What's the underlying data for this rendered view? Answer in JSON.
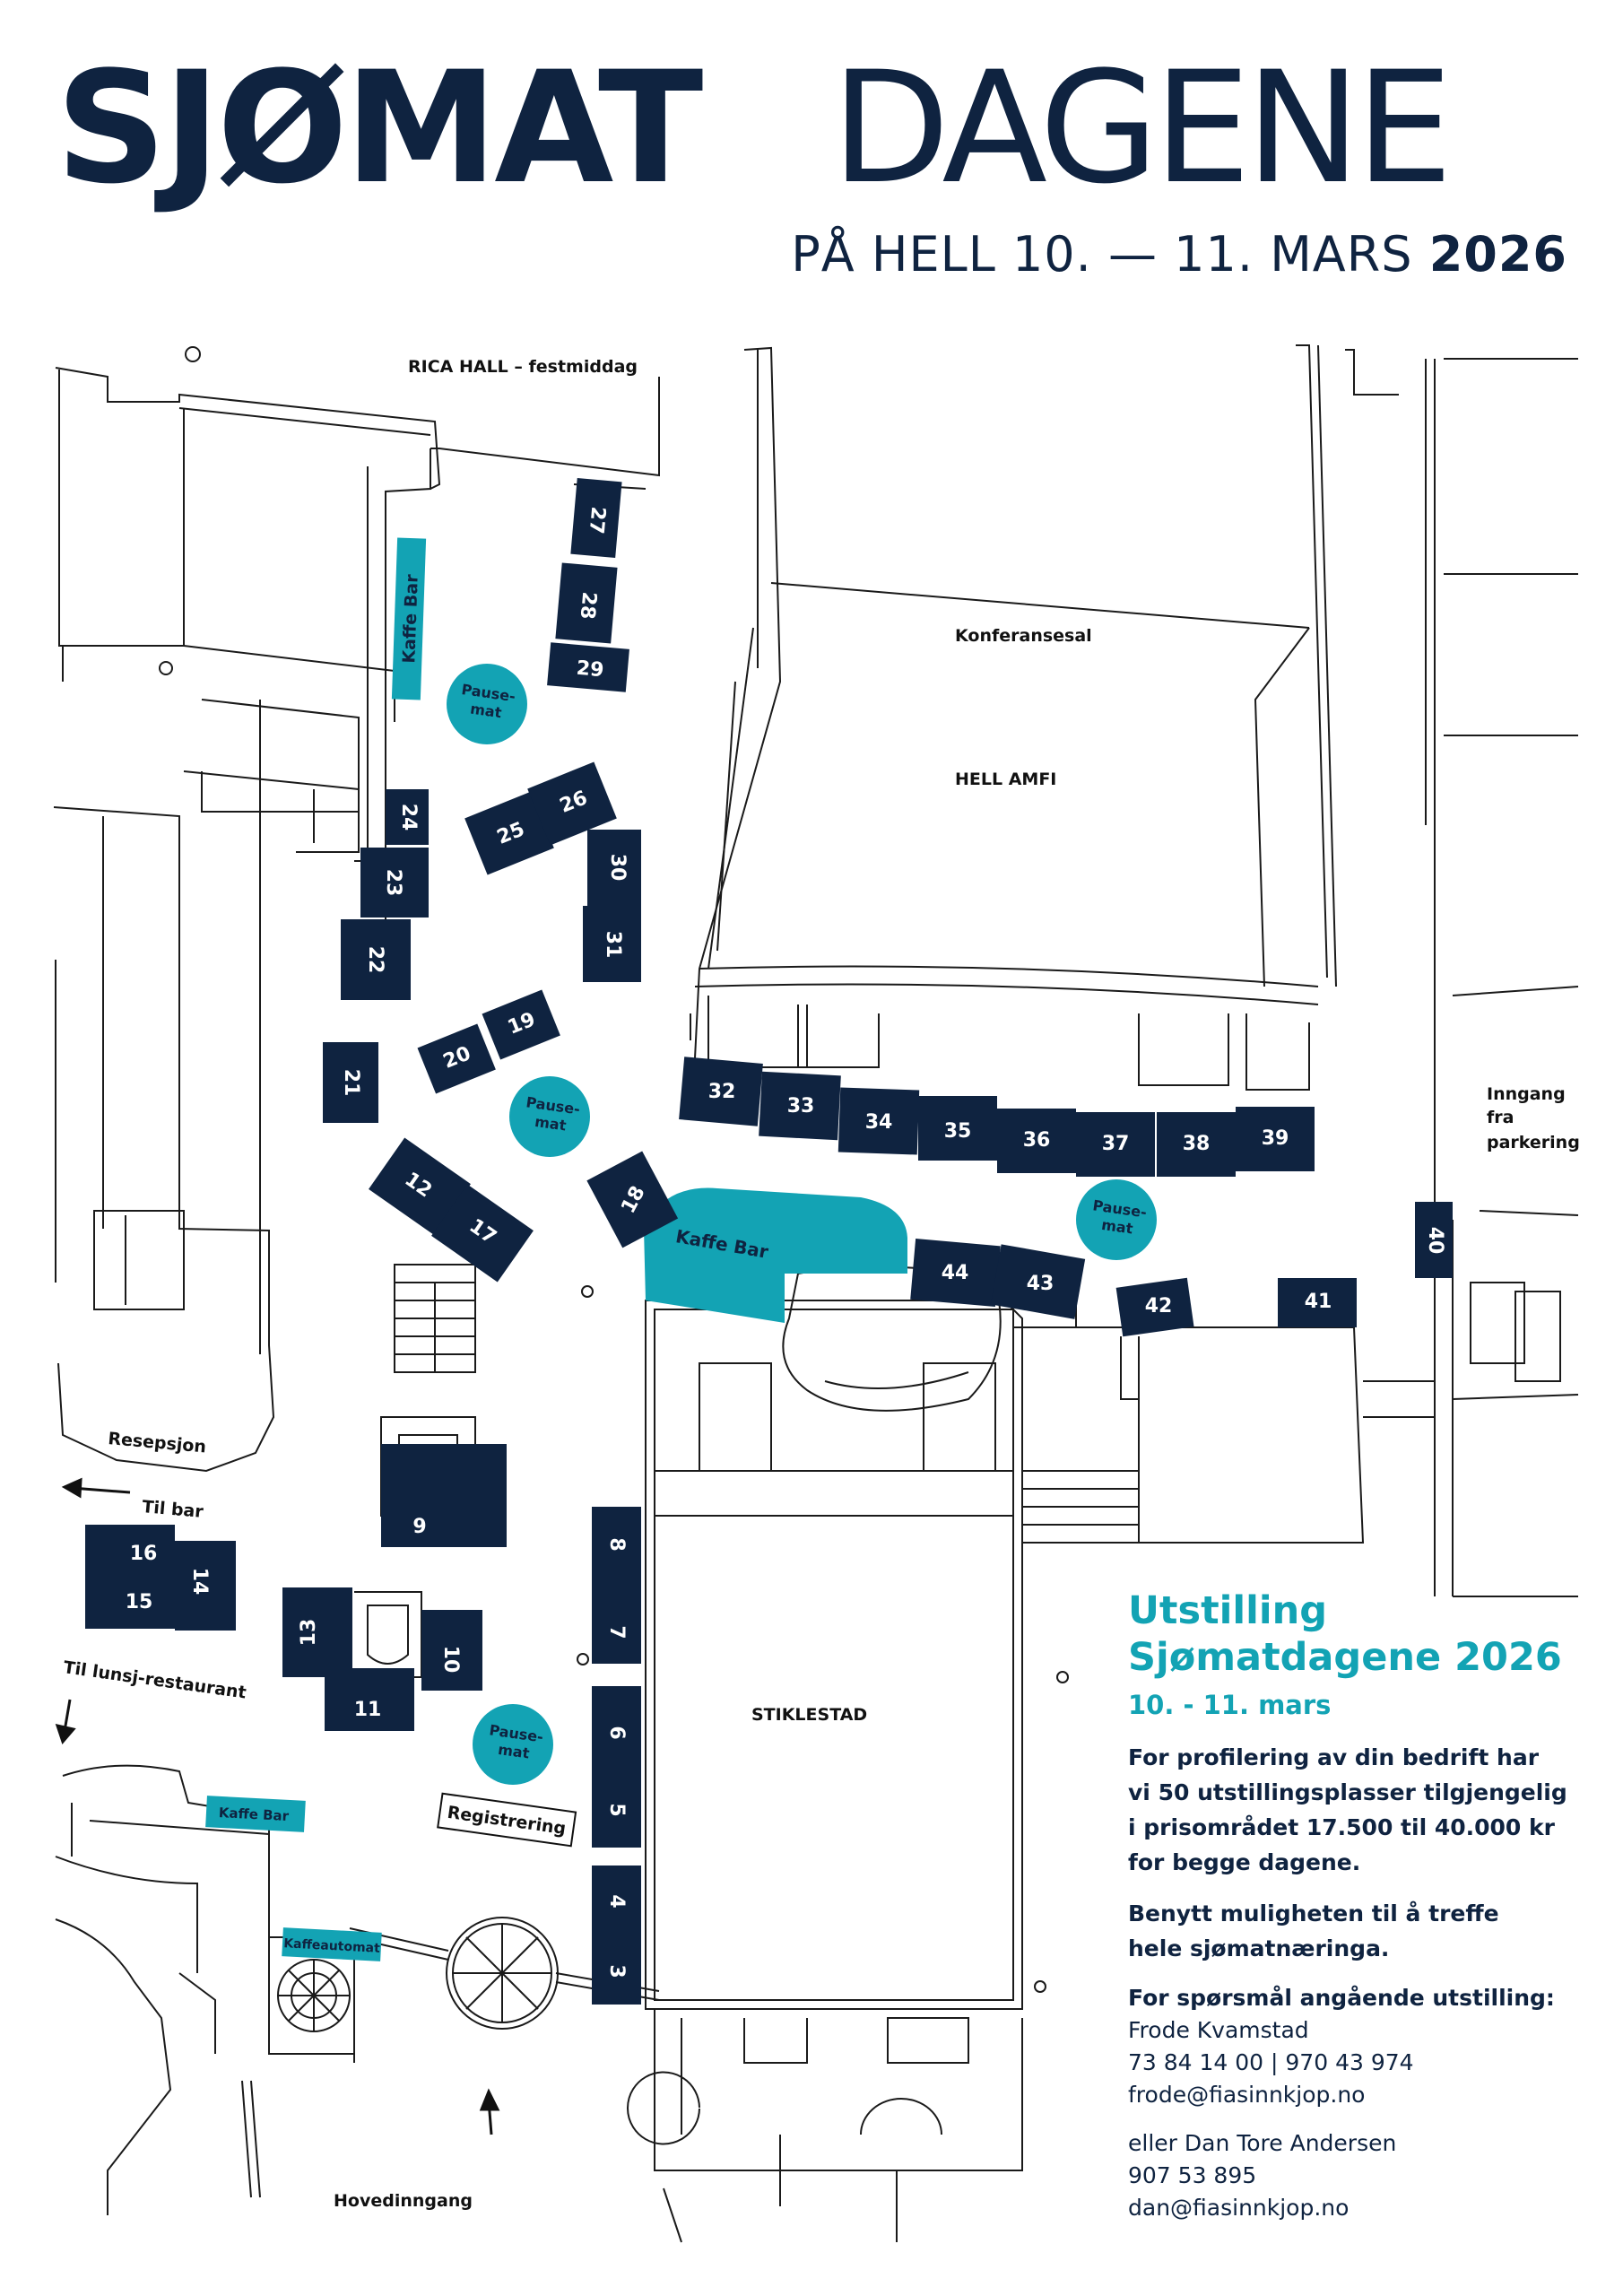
{
  "header": {
    "title_bold": "SJØMAT",
    "title_light": "DAGENE",
    "subtitle": "PÅ HELL 10. — 11. MARS",
    "subtitle_year": "2026"
  },
  "colors": {
    "navy": "#0f2340",
    "teal": "#13a3b4",
    "line": "#1a1a1a"
  },
  "map": {
    "rooms": [
      {
        "id": "rica",
        "label": "RICA HALL – festmiddag"
      },
      {
        "id": "konf",
        "label": "Konferansesal"
      },
      {
        "id": "amfi",
        "label": "HELL AMFI"
      },
      {
        "id": "stik",
        "label": "STIKLESTAD"
      },
      {
        "id": "resepsjon",
        "label": "Resepsjon"
      },
      {
        "id": "tilbar",
        "label": "Til bar"
      },
      {
        "id": "tillunsj",
        "label": "Til lunsj-restaurant"
      },
      {
        "id": "hoved",
        "label": "Hovedinngang"
      },
      {
        "id": "inngang1",
        "label": "Inngang"
      },
      {
        "id": "inngang2",
        "label": "fra"
      },
      {
        "id": "inngang3",
        "label": "parkering"
      },
      {
        "id": "registrering",
        "label": "Registrering"
      }
    ],
    "kaffe_bars": [
      {
        "id": "kb1",
        "label": "Kaffe Bar"
      },
      {
        "id": "kb2",
        "label": "Kaffe Bar"
      },
      {
        "id": "kb3",
        "label": "Kaffe Bar"
      },
      {
        "id": "ka",
        "label": "Kaffeautomat"
      }
    ],
    "pausemat": [
      {
        "id": "pm1",
        "line1": "Pause-",
        "line2": "mat"
      },
      {
        "id": "pm2",
        "line1": "Pause-",
        "line2": "mat"
      },
      {
        "id": "pm3",
        "line1": "Pause-",
        "line2": "mat"
      },
      {
        "id": "pm4",
        "line1": "Pause-",
        "line2": "mat"
      }
    ],
    "booths": [
      "3",
      "4",
      "5",
      "6",
      "7",
      "8",
      "9",
      "10",
      "11",
      "12",
      "13",
      "14",
      "15",
      "16",
      "17",
      "18",
      "19",
      "20",
      "21",
      "22",
      "23",
      "24",
      "25",
      "26",
      "27",
      "28",
      "29",
      "30",
      "31",
      "32",
      "33",
      "34",
      "35",
      "36",
      "37",
      "38",
      "39",
      "40",
      "41",
      "42",
      "43",
      "44"
    ]
  },
  "info": {
    "heading_line1": "Utstilling",
    "heading_line2": "Sjømatdagene 2026",
    "dates": "10. - 11. mars",
    "para1": [
      "For profilering av din bedrift har",
      "vi 50 utstillingsplasser tilgjengelig",
      "i prisområdet 17.500 til 40.000 kr",
      "for begge dagene."
    ],
    "para2": [
      "Benytt muligheten til å treffe",
      "hele sjømatnæringa."
    ],
    "contact_heading": "For spørsmål angående utstilling:",
    "contact1": {
      "name": "Frode Kvamstad",
      "phone": "73 84 14 00 | 970 43 974",
      "email": "frode@fiasinnkjop.no"
    },
    "contact2": {
      "name": "eller Dan Tore Andersen",
      "phone": "907 53 895",
      "email": "dan@fiasinnkjop.no"
    }
  }
}
